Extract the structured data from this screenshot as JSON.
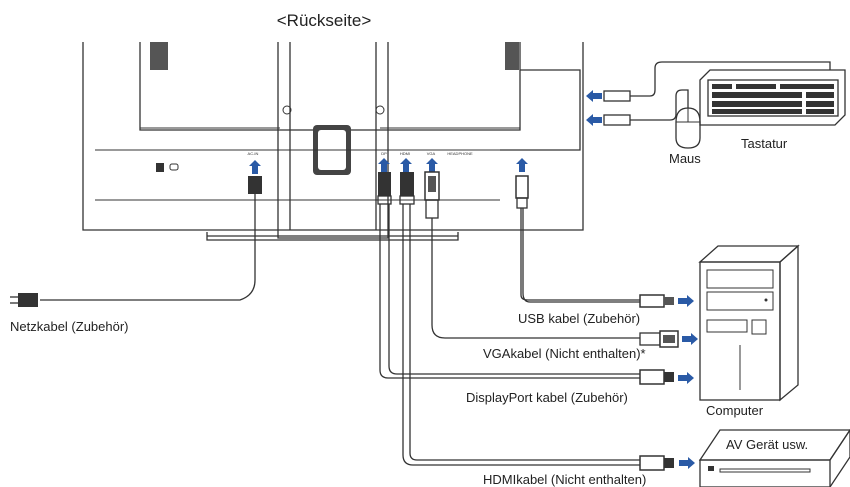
{
  "title": "<Rückseite>",
  "labels": {
    "netzkabel": "Netzkabel (Zubehör)",
    "usb": "USB kabel (Zubehör)",
    "vga": "VGAkabel (Nicht enthalten)*",
    "displayport": "DisplayPort kabel (Zubehör)",
    "hdmi": "HDMIkabel (Nicht enthalten)",
    "computer": "Computer",
    "av": "AV Gerät usw.",
    "maus": "Maus",
    "tastatur": "Tastatur"
  },
  "ports": {
    "power": "AC-IN",
    "dp": "DP",
    "hdmi": "HDMI",
    "vga": "VGA",
    "headphone": "HEADPHONE"
  },
  "colors": {
    "arrow": "#2a5aa6",
    "line": "#333333"
  },
  "icons": [
    "arrow-icon",
    "usb-icon",
    "lock-icon"
  ]
}
